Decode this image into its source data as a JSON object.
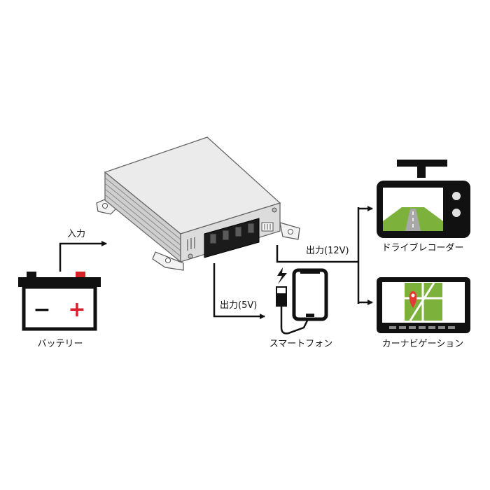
{
  "labels": {
    "input": "入力",
    "output_12v": "出力(12V)",
    "output_5v": "出力(5V)",
    "battery": "バッテリー",
    "smartphone": "スマートフォン",
    "dashcam": "ドライブレコーダー",
    "car_navigation": "カーナビゲーション"
  },
  "battery_symbols": {
    "minus": "−",
    "plus": "+"
  },
  "colors": {
    "line": "#111111",
    "battery_plus": "#d6232b",
    "screen_green": "#7cb23c",
    "pin_red": "#e53935",
    "road_gray": "#a8a8a8",
    "device_body": "#e9e9e9"
  }
}
